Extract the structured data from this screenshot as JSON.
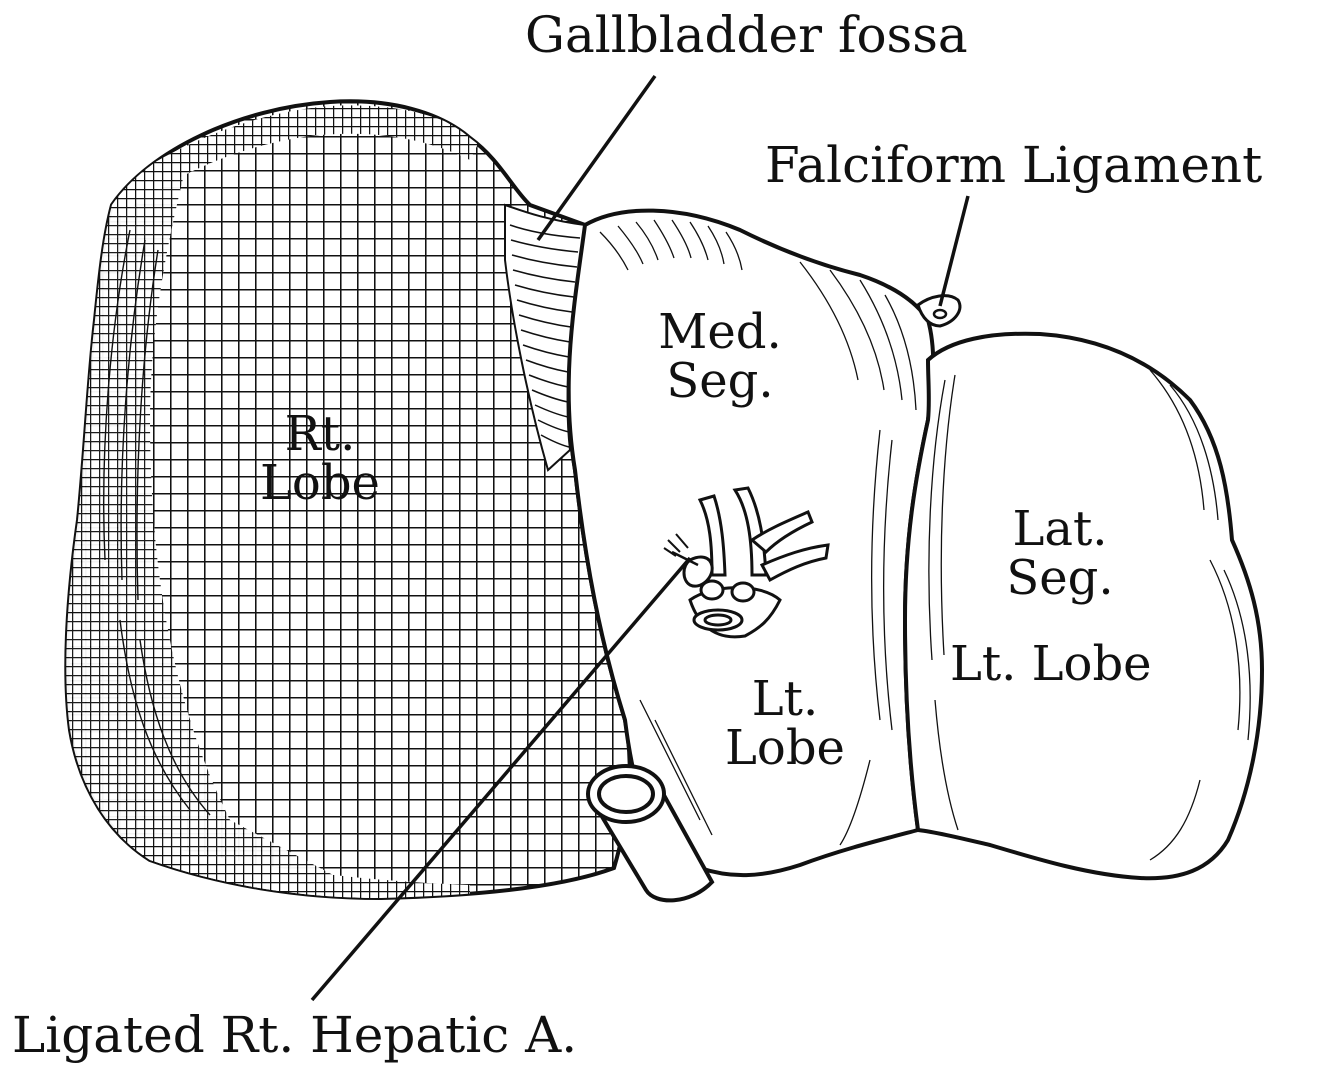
{
  "colors": {
    "ink": "#111111",
    "paper": "#ffffff"
  },
  "callouts": {
    "gallbladder_fossa": "Gallbladder fossa",
    "falciform_ligament": "Falciform Ligament",
    "ligated_rt_hepatic": "Ligated Rt. Hepatic A."
  },
  "regions": {
    "rt_lobe": [
      "Rt.",
      "Lobe"
    ],
    "med_seg": [
      "Med.",
      "Seg."
    ],
    "lt_lobe_center": [
      "Lt.",
      "Lobe"
    ],
    "lat_seg": [
      "Lat.",
      "Seg."
    ],
    "lt_lobe_right": "Lt. Lobe"
  }
}
